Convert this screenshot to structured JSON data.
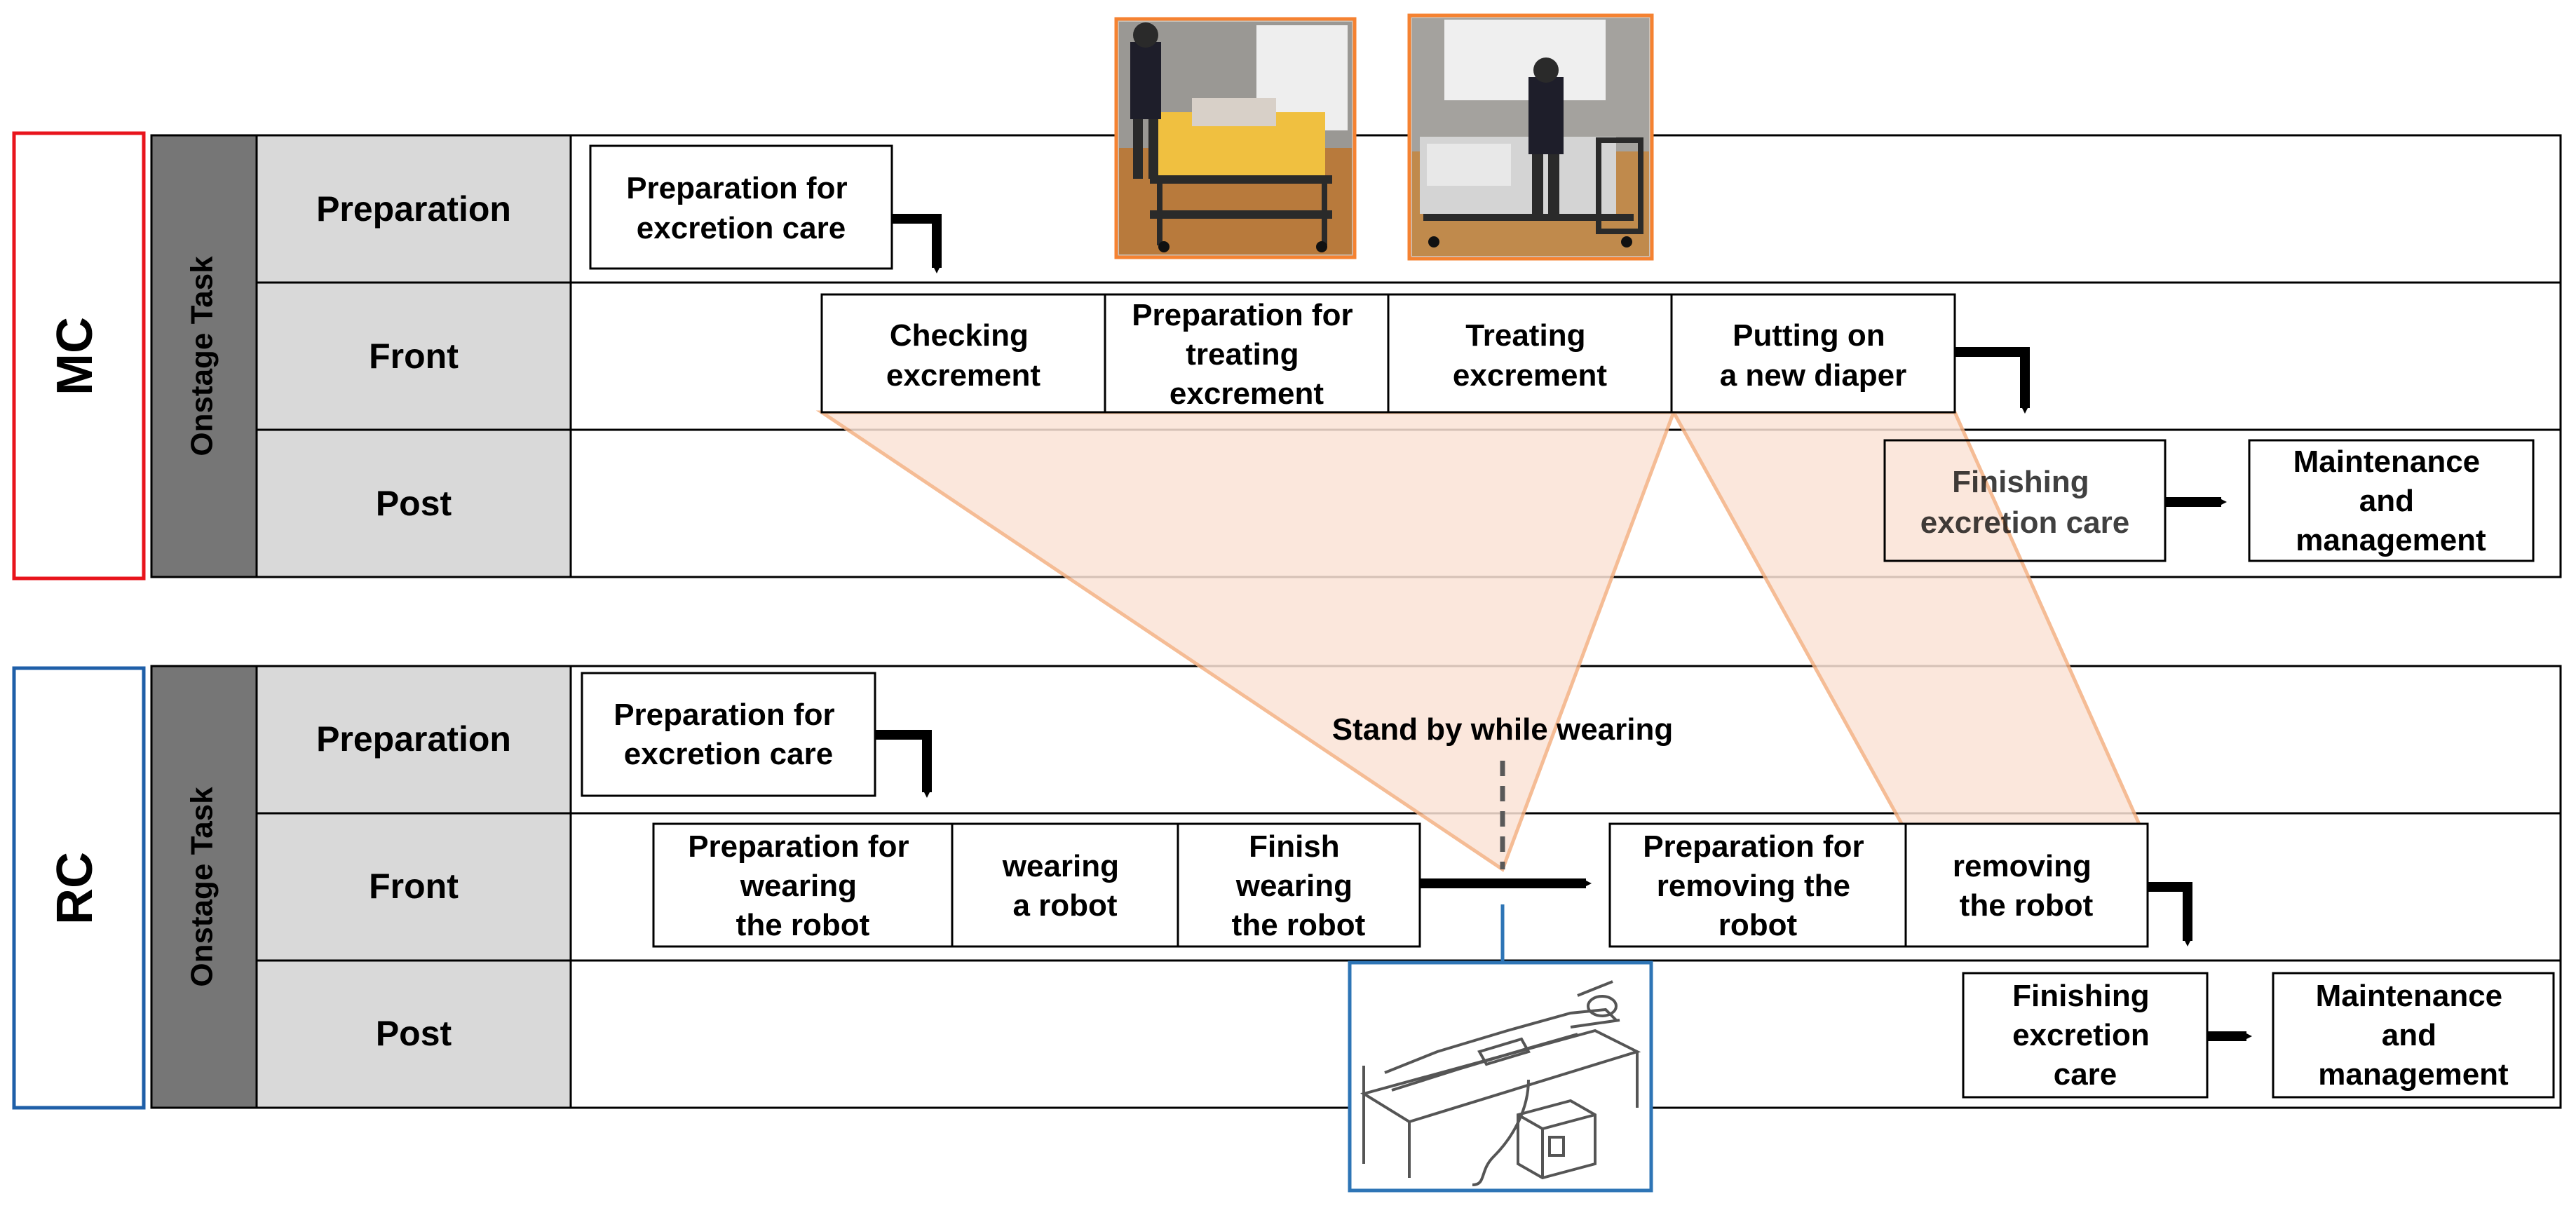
{
  "colors": {
    "mc_accent": "#e8141c",
    "rc_accent": "#1f5fa8",
    "band_dark": "#767676",
    "row_head": "#d9d9d9",
    "highlight_fill": "#fbe3d6",
    "highlight_stroke": "#f4b183",
    "photo_border": "#f58231",
    "robot_border": "#2e75b6"
  },
  "sections": {
    "mc": {
      "label": "MC",
      "band": "Onstage Task"
    },
    "rc": {
      "label": "RC",
      "band": "Onstage Task"
    }
  },
  "rows": {
    "preparation": "Preparation",
    "front": "Front",
    "post": "Post"
  },
  "mc_tasks": {
    "preparation": [
      "Preparation for",
      "excretion care"
    ],
    "checking": [
      "Checking",
      "excrement"
    ],
    "prep_treating": [
      "Preparation for",
      "treating",
      "excrement"
    ],
    "treating": [
      "Treating",
      "excrement"
    ],
    "diaper": [
      "Putting on",
      "a new diaper"
    ],
    "finishing": [
      "Finishing",
      "excretion care"
    ],
    "maintenance": [
      "Maintenance",
      "and",
      "management"
    ]
  },
  "rc_tasks": {
    "preparation": [
      "Preparation for",
      "excretion care"
    ],
    "prep_wearing": [
      "Preparation for",
      "wearing",
      "the robot"
    ],
    "wearing": [
      "wearing",
      "a robot"
    ],
    "finish_wearing": [
      "Finish",
      "wearing",
      "the robot"
    ],
    "prep_removing": [
      "Preparation for",
      "removing the",
      "robot"
    ],
    "removing": [
      "removing",
      "the robot"
    ],
    "finishing": [
      "Finishing",
      "excretion",
      "care"
    ],
    "maintenance": [
      "Maintenance",
      "and",
      "management"
    ]
  },
  "annotation": "Stand by while wearing",
  "icons": {
    "photo_1": "caregiver-with-cart-photo",
    "photo_2": "caregiver-at-bed-photo",
    "robot": "bed-with-excretion-robot-illustration"
  }
}
